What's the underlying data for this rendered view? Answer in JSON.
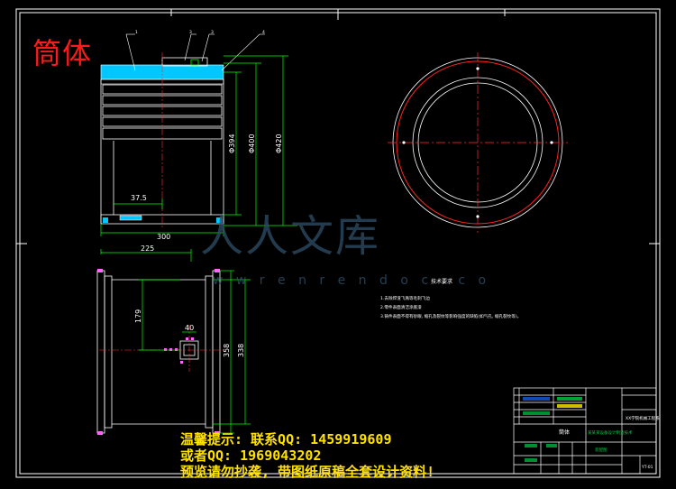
{
  "title": "筒体",
  "notice": {
    "line1": "温馨提示: 联系QQ: 1459919609",
    "line2": "或者QQ: 1969043202",
    "line3": "预览请勿抄袭, 带图纸原稿全套设计资料!"
  },
  "watermark": {
    "text_cn": "人人文库",
    "url": "w w r e n r e n d o c . c o"
  },
  "balloons": [
    "1",
    "3",
    "3",
    "4"
  ],
  "dimensions": {
    "d1": "Φ394",
    "d2": "Φ400",
    "d3": "Φ420",
    "d4": "37.5",
    "d5": "300",
    "d6": "225",
    "d7": "179",
    "d8": "358",
    "d9": "338",
    "d10": "40"
  },
  "tech_requirements": {
    "heading": "技术要求",
    "items": [
      "1.去除焊渣飞溅等毛刺飞边",
      "2.零件表面清洁涂底漆",
      "3.铸件表面不得有砂眼, 缩孔及裂纹等影响强度的缺陷(如气孔, 缩孔裂纹等)。"
    ]
  },
  "title_block": {
    "part_name": "筒体",
    "school": "XX学院机械工程系",
    "project": "某某某设备设计制造技术",
    "drawing_type": "装配图",
    "code": "YT-01"
  }
}
